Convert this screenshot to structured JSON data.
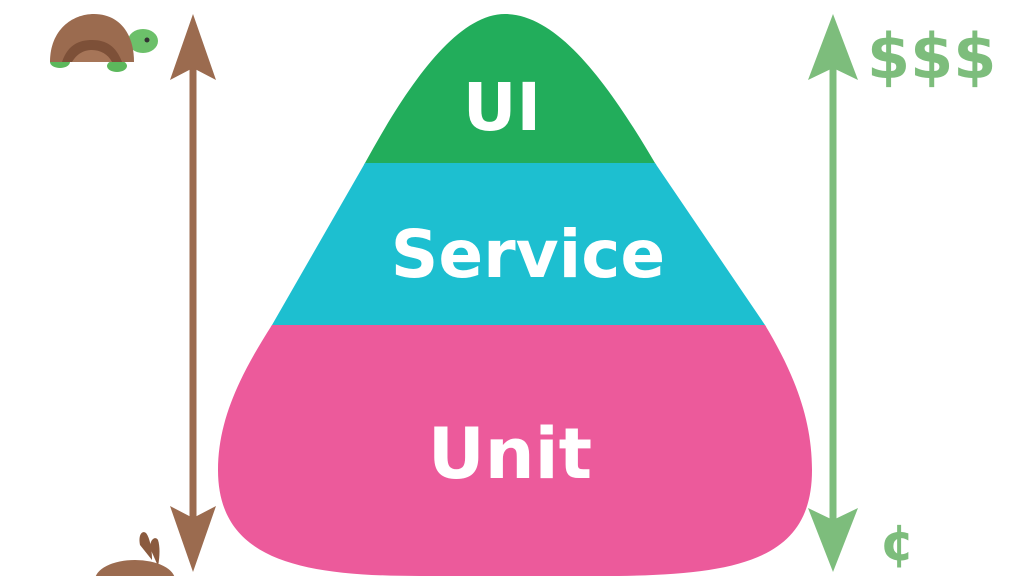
{
  "diagram": {
    "type": "test-pyramid",
    "layers": [
      {
        "name": "UI",
        "label": "UI",
        "color": "#22ad5b"
      },
      {
        "name": "Service",
        "label": "Service",
        "color": "#1dbfd0"
      },
      {
        "name": "Unit",
        "label": "Unit",
        "color": "#ec5a9b"
      }
    ],
    "speed_axis": {
      "color": "#9b6b4f",
      "top_icon": "turtle-icon",
      "bottom_icon": "rabbit-icon"
    },
    "cost_axis": {
      "color": "#7dbd7c",
      "top_label": "$$$",
      "bottom_label": "¢"
    }
  }
}
